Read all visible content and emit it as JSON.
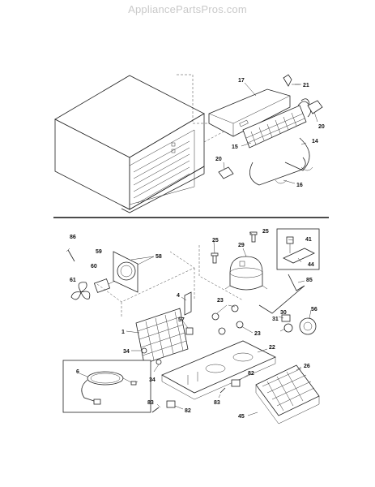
{
  "header": {
    "site": "AppliancePartsPros.com"
  },
  "callouts": {
    "p17": "17",
    "p21": "21",
    "p20a": "20",
    "p15": "15",
    "p14": "14",
    "p20b": "20",
    "p16": "16",
    "p86": "86",
    "p59": "59",
    "p58": "58",
    "p60": "60",
    "p61": "61",
    "p25a": "25",
    "p25b": "25",
    "p29": "29",
    "p41": "41",
    "p44": "44",
    "p85": "85",
    "p4": "4",
    "p23a": "23",
    "p30": "30",
    "p56": "56",
    "p31": "31",
    "p57": "57",
    "p1": "1",
    "p23b": "23",
    "p34a": "34",
    "p22": "22",
    "p26": "26",
    "p6": "6",
    "p34b": "34",
    "p82a": "82",
    "p83a": "83",
    "p83b": "83",
    "p82b": "82",
    "p45": "45"
  },
  "colors": {
    "line": "#222222",
    "header_watermark": "#c9c9c9",
    "background": "#ffffff"
  }
}
